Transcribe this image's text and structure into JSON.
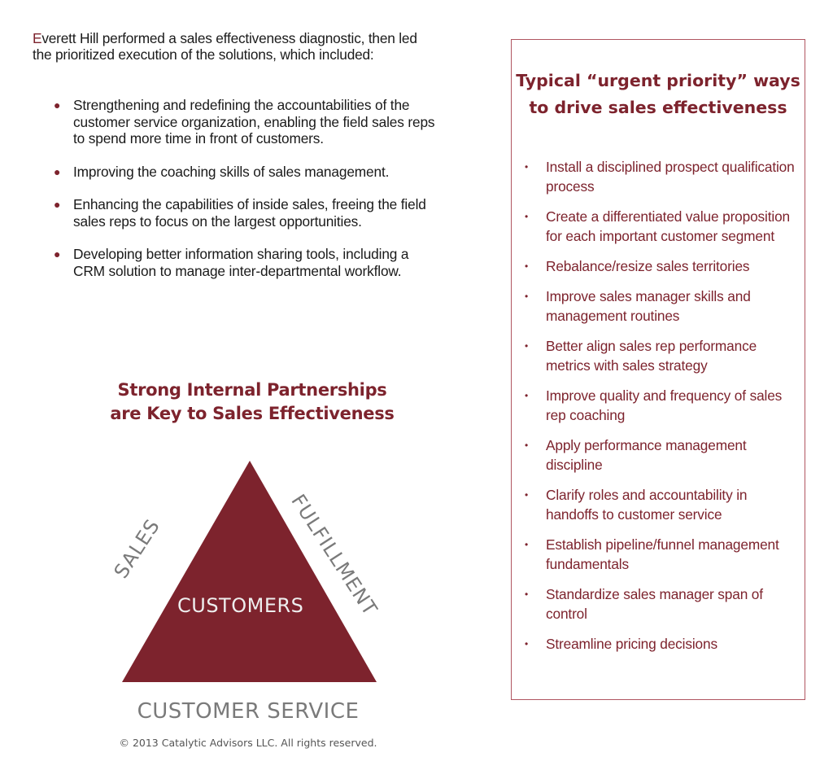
{
  "intro": {
    "first_letter": "E",
    "rest": "verett Hill performed a sales effectiveness diagnostic, then led the prioritized execution of the solutions, which included:"
  },
  "solutions": [
    {
      "text": "Strengthening and redefining the accountabilities of the customer service organization, enabling the field sales reps to spend more time in front of customers."
    },
    {
      "text": "Improving the coaching skills of sales management."
    },
    {
      "text": "Enhancing the capabilities of inside sales, freeing the field sales reps to focus on the largest opportunities."
    },
    {
      "text": "Developing better information sharing tools, including a CRM solution to manage inter-departmental workflow."
    }
  ],
  "diagram": {
    "title": "Strong Internal Partnerships are Key to Sales Effectiveness",
    "left_side": "SALES",
    "right_side": "FULFILLMENT",
    "center": "CUSTOMERS",
    "base": "CUSTOMER SERVICE",
    "fill_color": "#7d232d",
    "label_color": "#7a7a7a"
  },
  "copyright": "© 2013 Catalytic Advisors LLC. All rights reserved.",
  "priority_box": {
    "title": "Typical “urgent priority” ways to drive sales effectiveness",
    "border_color": "#b05560",
    "items": [
      {
        "text": "Install a disciplined prospect qualification process"
      },
      {
        "text": "Create a differentiated value proposition for each important customer segment"
      },
      {
        "text": "Rebalance/resize sales territories"
      },
      {
        "text": "Improve sales manager skills and management routines"
      },
      {
        "text": "Better align sales rep performance metrics with sales strategy"
      },
      {
        "text": "Improve quality and frequency of sales rep coaching"
      },
      {
        "text": "Apply performance management discipline"
      },
      {
        "text": "Clarify roles and accountability in handoffs to customer service"
      },
      {
        "text": "Establish pipeline/funnel management fundamentals"
      },
      {
        "text": "Standardize sales manager span of control"
      },
      {
        "text": "Streamline pricing decisions"
      }
    ]
  }
}
